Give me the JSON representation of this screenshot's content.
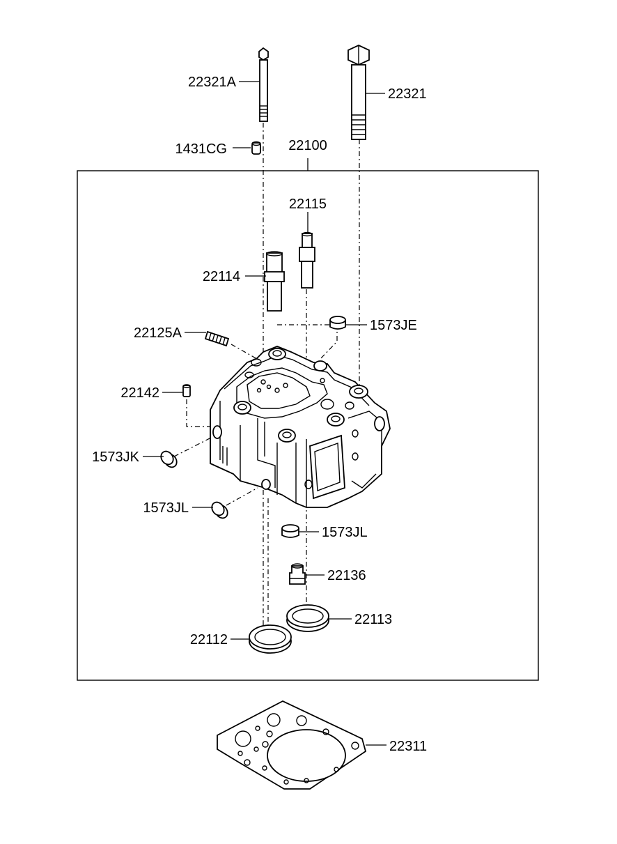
{
  "diagram": {
    "type": "exploded-parts-diagram",
    "colors": {
      "line": "#000000",
      "background": "#ffffff"
    },
    "parts": [
      {
        "id": "p_22321A",
        "number": "22321A"
      },
      {
        "id": "p_22321",
        "number": "22321"
      },
      {
        "id": "p_1431CG",
        "number": "1431CG"
      },
      {
        "id": "p_22100",
        "number": "22100"
      },
      {
        "id": "p_22115",
        "number": "22115"
      },
      {
        "id": "p_22114",
        "number": "22114"
      },
      {
        "id": "p_22125A",
        "number": "22125A"
      },
      {
        "id": "p_1573JE",
        "number": "1573JE"
      },
      {
        "id": "p_22142",
        "number": "22142"
      },
      {
        "id": "p_1573JK",
        "number": "1573JK"
      },
      {
        "id": "p_1573JL_a",
        "number": "1573JL"
      },
      {
        "id": "p_1573JL_b",
        "number": "1573JL"
      },
      {
        "id": "p_22136",
        "number": "22136"
      },
      {
        "id": "p_22113",
        "number": "22113"
      },
      {
        "id": "p_22112",
        "number": "22112"
      },
      {
        "id": "p_22311",
        "number": "22311"
      }
    ]
  }
}
